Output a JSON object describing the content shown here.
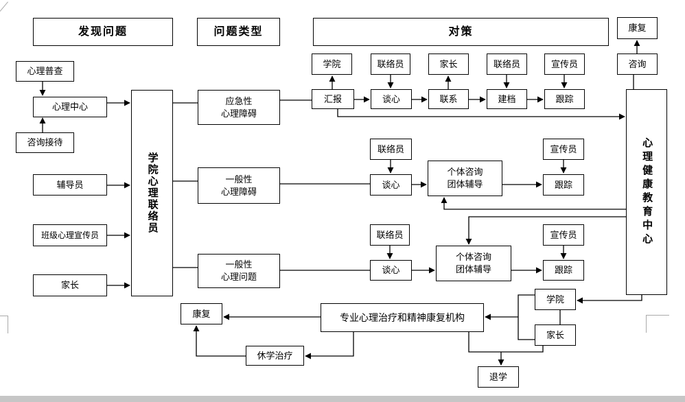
{
  "headers": {
    "discover": "发现问题",
    "problem_type": "问题类型",
    "countermeasure": "对策"
  },
  "sources": {
    "survey": "心理普查",
    "psych_center": "心理中心",
    "reception": "咨询接待",
    "counselor": "辅导员",
    "class_propagandist": "班级心理宣传员",
    "parent": "家长"
  },
  "liaison_column": "学院心理联络员",
  "problems": {
    "emergency": "应急性\n心理障碍",
    "general_disorder": "一般性\n心理障碍",
    "general_problem": "一般性\n心理问题"
  },
  "row1": {
    "college": "学院",
    "liaison_a": "联络员",
    "parent": "家长",
    "liaison_b": "联络员",
    "propagandist": "宣传员",
    "report": "汇报",
    "talk": "谈心",
    "contact": "联系",
    "archive": "建档",
    "track": "跟踪"
  },
  "row2": {
    "liaison": "联络员",
    "talk": "谈心",
    "counsel": "个体咨询\n团体辅导",
    "propagandist": "宣传员",
    "track": "跟踪"
  },
  "row3": {
    "liaison": "联络员",
    "talk": "谈心",
    "counsel": "个体咨询\n团体辅导",
    "propagandist": "宣传员",
    "track": "跟踪"
  },
  "right": {
    "recovery": "康复",
    "consult": "咨询",
    "health_center": "心理健康教育中心"
  },
  "bottom": {
    "college": "学院",
    "parent": "家长",
    "professional": "专业心理治疗和精神康复机构",
    "recovery": "康复",
    "suspend": "休学治疗",
    "dropout": "退学"
  },
  "colors": {
    "line": "#000000",
    "box_background": "#ffffff",
    "scrollbar": "#c6c6c6",
    "crop_mark": "#a9a9a9"
  }
}
